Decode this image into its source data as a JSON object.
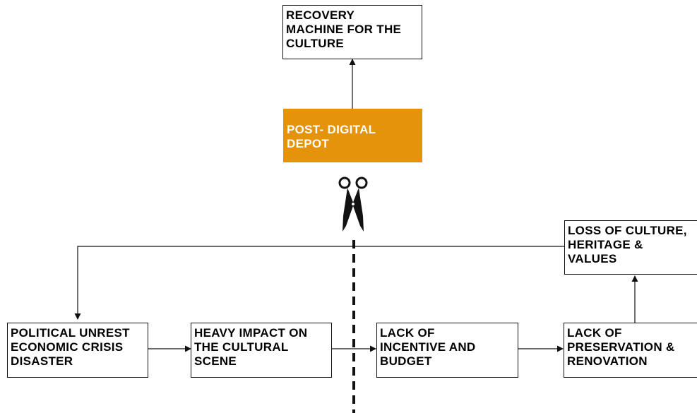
{
  "diagram": {
    "accent_color": "#E5930A",
    "line_color": "#111111",
    "nodes": {
      "recovery": "RECOVERY\nMACHINE FOR THE\nCULTURE",
      "depot": "POST- DIGITAL\nDEPOT",
      "loss": "LOSS OF CULTURE,\nHERITAGE &\nVALUES",
      "political": "POLITICAL UNREST\nECONOMIC CRISIS\nDISASTER",
      "impact": "HEAVY IMPACT ON\nTHE CULTURAL\nSCENE",
      "incentive": "LACK OF\nINCENTIVE AND\nBUDGET",
      "preservation": "LACK OF\nPRESERVATION &\nRENOVATION"
    },
    "icons": {
      "cut": "scissors-icon"
    }
  }
}
